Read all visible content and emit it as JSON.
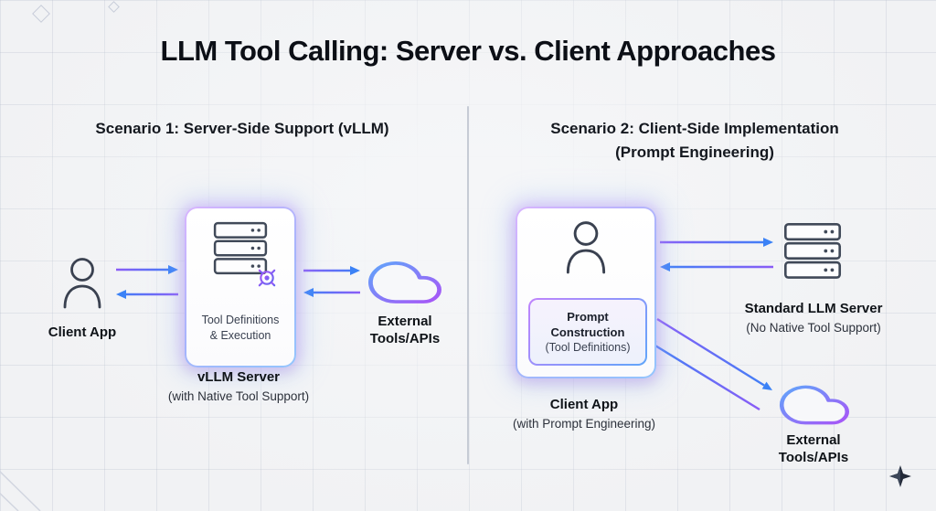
{
  "title": "LLM Tool Calling: Server vs. Client Approaches",
  "colors": {
    "accent_purple": "#8b5cf6",
    "accent_blue": "#3b82f6",
    "icon_slate": "#414a59"
  },
  "scenario1": {
    "heading": "Scenario 1: Server-Side Support (vLLM)",
    "client": {
      "label": "Client App",
      "icon": "person-icon"
    },
    "server_box": {
      "icon": "server-icon",
      "badge_icon": "gear-icon",
      "line1": "Tool Definitions",
      "line2": "& Execution",
      "caption_title": "vLLM Server",
      "caption_subtitle": "(with Native Tool Support)"
    },
    "external": {
      "icon": "cloud-icon",
      "line1": "External",
      "line2": "Tools/APIs"
    }
  },
  "scenario2": {
    "heading_line1": "Scenario 2: Client-Side Implementation",
    "heading_line2": "(Prompt Engineering)",
    "client_box": {
      "icon": "person-icon",
      "inner_line1": "Prompt Construction",
      "inner_line2": "(Tool Definitions)",
      "caption_title": "Client App",
      "caption_subtitle": "(with Prompt Engineering)"
    },
    "llm_server": {
      "icon": "server-icon",
      "title": "Standard LLM Server",
      "subtitle": "(No Native Tool Support)"
    },
    "external": {
      "icon": "cloud-icon",
      "line1": "External",
      "line2": "Tools/APIs"
    }
  },
  "footer": {
    "logo_icon": "sparkle-logo-icon"
  }
}
